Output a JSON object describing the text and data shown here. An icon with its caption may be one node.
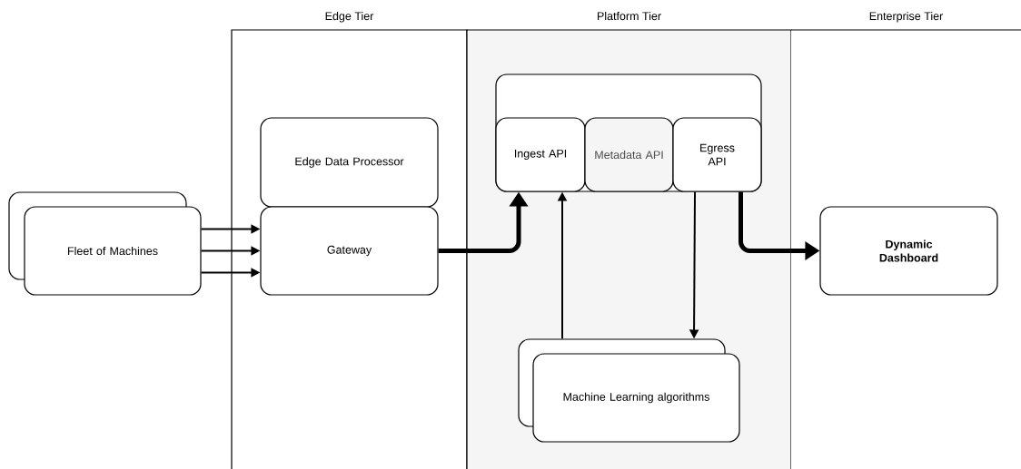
{
  "diagram": {
    "nodes": [
      {
        "text": [
          "Edge Tier"
        ]
      },
      {
        "text": [
          "Platform Tier"
        ]
      },
      {
        "text": [
          "Enterprise Tier"
        ]
      },
      {
        "text": [
          "Fleet of Machines"
        ]
      },
      {
        "text": [
          "Edge Data Processor"
        ],
        "in": 0
      },
      {
        "text": [
          "Gateway"
        ],
        "in": 0
      },
      {
        "text": [],
        "shape": "box",
        "in": 1
      },
      {
        "text": [
          "Ingest API"
        ],
        "in": 6
      },
      {
        "text": [
          "Metadata API"
        ],
        "in": 6
      },
      {
        "text": [
          "Egress API"
        ],
        "in": 6
      },
      {
        "text": [
          "Machine Learning algorithms"
        ],
        "in": 1
      },
      {
        "text": [
          "Dynamic Dashboard"
        ],
        "in": 2
      }
    ],
    "edges": [
      {
        "from": 3,
        "to": 5,
        "arrow": "to"
      },
      {
        "from": 3,
        "to": 5,
        "arrow": "to"
      },
      {
        "from": 3,
        "to": 5,
        "arrow": "to"
      },
      {
        "from": 5,
        "to": 7,
        "arrow": "to",
        "style": "thick"
      },
      {
        "from": 10,
        "to": 7,
        "arrow": "to"
      },
      {
        "from": 9,
        "to": 10,
        "arrow": "to"
      },
      {
        "from": 9,
        "to": 11,
        "arrow": "to",
        "style": "thick"
      }
    ]
  }
}
